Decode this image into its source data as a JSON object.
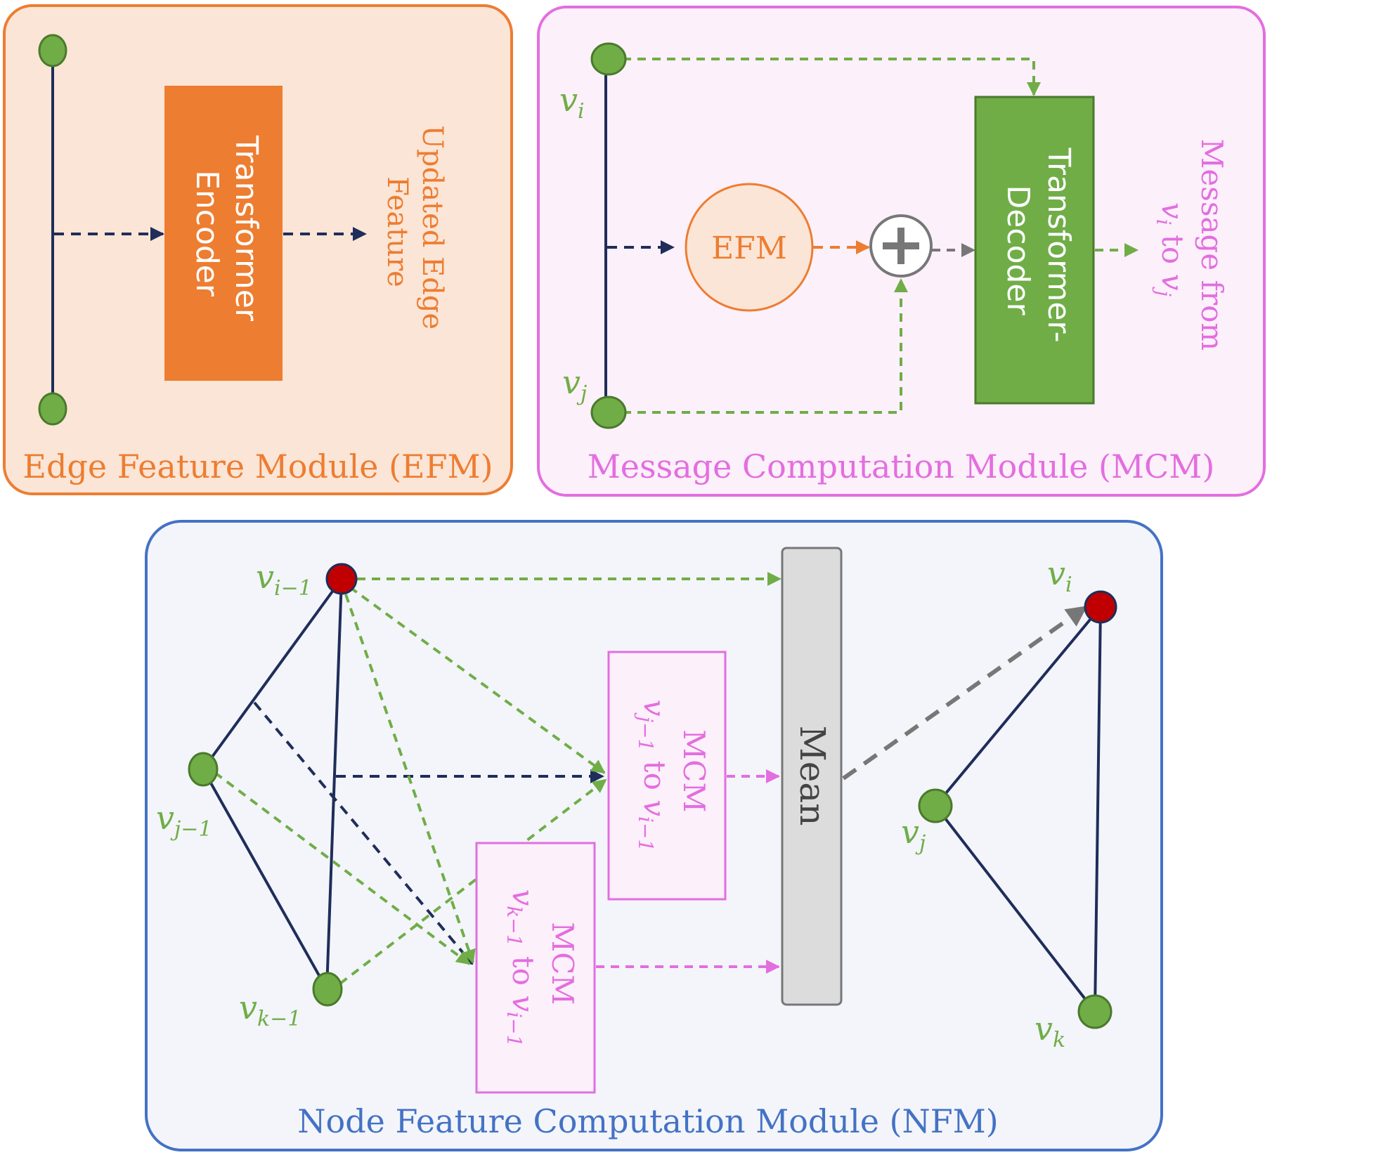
{
  "colors": {
    "navy": "#1f2d5a",
    "green": "#70ad47",
    "green_dark": "#4a7a2c",
    "orange": "#ed7d31",
    "magenta": "#e36ee0",
    "blue": "#4472c4",
    "red": "#c00000",
    "gray": "#777777"
  },
  "efm": {
    "title": "Edge Feature Module (EFM)",
    "encoder_line1": "Transformer",
    "encoder_line2": "Encoder",
    "output_line1": "Updated Edge",
    "output_line2": "Feature"
  },
  "mcm": {
    "title": "Message Computation Module (MCM)",
    "node_i": "v",
    "node_i_sub": "i",
    "node_j": "v",
    "node_j_sub": "j",
    "efm_label": "EFM",
    "plus_symbol": "+",
    "decoder_line1": "Transformer-",
    "decoder_line2": "Decoder",
    "output_line1": "Message from",
    "output_v1": "v",
    "output_v1_sub": "i",
    "output_to": " to ",
    "output_v2": "v",
    "output_v2_sub": "j"
  },
  "nfm": {
    "title": "Node Feature Computation Module (NFM)",
    "node_i_prev": "v",
    "node_i_prev_sub": "i−1",
    "node_j_prev": "v",
    "node_j_prev_sub": "j−1",
    "node_k_prev": "v",
    "node_k_prev_sub": "k−1",
    "mcm_top_title": "MCM",
    "mcm_top_v1": "v",
    "mcm_top_v1_sub": "j−1",
    "mcm_top_to": " to ",
    "mcm_top_v2": "v",
    "mcm_top_v2_sub": "i−1",
    "mcm_bottom_title": "MCM",
    "mcm_bottom_v1": "v",
    "mcm_bottom_v1_sub": "k−1",
    "mcm_bottom_to": " to ",
    "mcm_bottom_v2": "v",
    "mcm_bottom_v2_sub": "i−1",
    "mean_label": "Mean",
    "node_i": "v",
    "node_i_sub": "i",
    "node_j": "v",
    "node_j_sub": "j",
    "node_k": "v",
    "node_k_sub": "k"
  }
}
